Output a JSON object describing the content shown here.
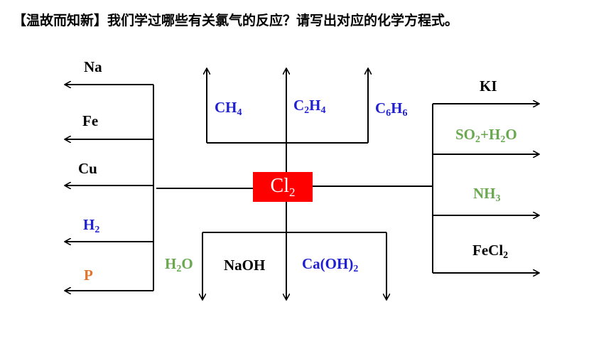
{
  "title": "【温故而知新】我们学过哪些有关氯气的反应？请写出对应的化学方程式。",
  "center": {
    "main": "Cl",
    "sub": "2",
    "color": "#ff0000"
  },
  "left": [
    {
      "id": "na",
      "parts": [
        {
          "t": "Na"
        }
      ],
      "color": "#000000"
    },
    {
      "id": "fe",
      "parts": [
        {
          "t": "Fe"
        }
      ],
      "color": "#000000"
    },
    {
      "id": "cu",
      "parts": [
        {
          "t": "Cu"
        }
      ],
      "color": "#000000"
    },
    {
      "id": "h2",
      "parts": [
        {
          "t": "H"
        },
        {
          "t": "2",
          "sub": true
        }
      ],
      "color": "#1f1fd1"
    },
    {
      "id": "p",
      "parts": [
        {
          "t": "P"
        }
      ],
      "color": "#e0752d"
    }
  ],
  "top": [
    {
      "id": "ch4",
      "parts": [
        {
          "t": "CH"
        },
        {
          "t": "4",
          "sub": true
        }
      ],
      "color": "#1f1fd1"
    },
    {
      "id": "c2h4",
      "parts": [
        {
          "t": "C"
        },
        {
          "t": "2",
          "sub": true
        },
        {
          "t": "H"
        },
        {
          "t": "4",
          "sub": true
        }
      ],
      "color": "#1f1fd1"
    },
    {
      "id": "c6h6",
      "parts": [
        {
          "t": "C"
        },
        {
          "t": "6",
          "sub": true
        },
        {
          "t": "H"
        },
        {
          "t": "6",
          "sub": true
        }
      ],
      "color": "#1f1fd1"
    }
  ],
  "bottom": [
    {
      "id": "h2o",
      "parts": [
        {
          "t": "H"
        },
        {
          "t": "2",
          "sub": true
        },
        {
          "t": "O"
        }
      ],
      "color": "#6aa84f"
    },
    {
      "id": "naoh",
      "parts": [
        {
          "t": "NaOH"
        }
      ],
      "color": "#000000"
    },
    {
      "id": "caoh2",
      "parts": [
        {
          "t": "Ca(OH)"
        },
        {
          "t": "2",
          "sub": true
        }
      ],
      "color": "#1f1fd1"
    }
  ],
  "right": [
    {
      "id": "ki",
      "parts": [
        {
          "t": "KI"
        }
      ],
      "color": "#000000"
    },
    {
      "id": "so2h2o",
      "parts": [
        {
          "t": "SO"
        },
        {
          "t": "2",
          "sub": true
        },
        {
          "t": "+H"
        },
        {
          "t": "2",
          "sub": true
        },
        {
          "t": "O"
        }
      ],
      "color": "#6aa84f"
    },
    {
      "id": "nh3",
      "parts": [
        {
          "t": "NH"
        },
        {
          "t": "3",
          "sub": true
        }
      ],
      "color": "#6aa84f"
    },
    {
      "id": "fecl2",
      "parts": [
        {
          "t": "FeCl"
        },
        {
          "t": "2",
          "sub": true
        }
      ],
      "color": "#000000"
    }
  ]
}
